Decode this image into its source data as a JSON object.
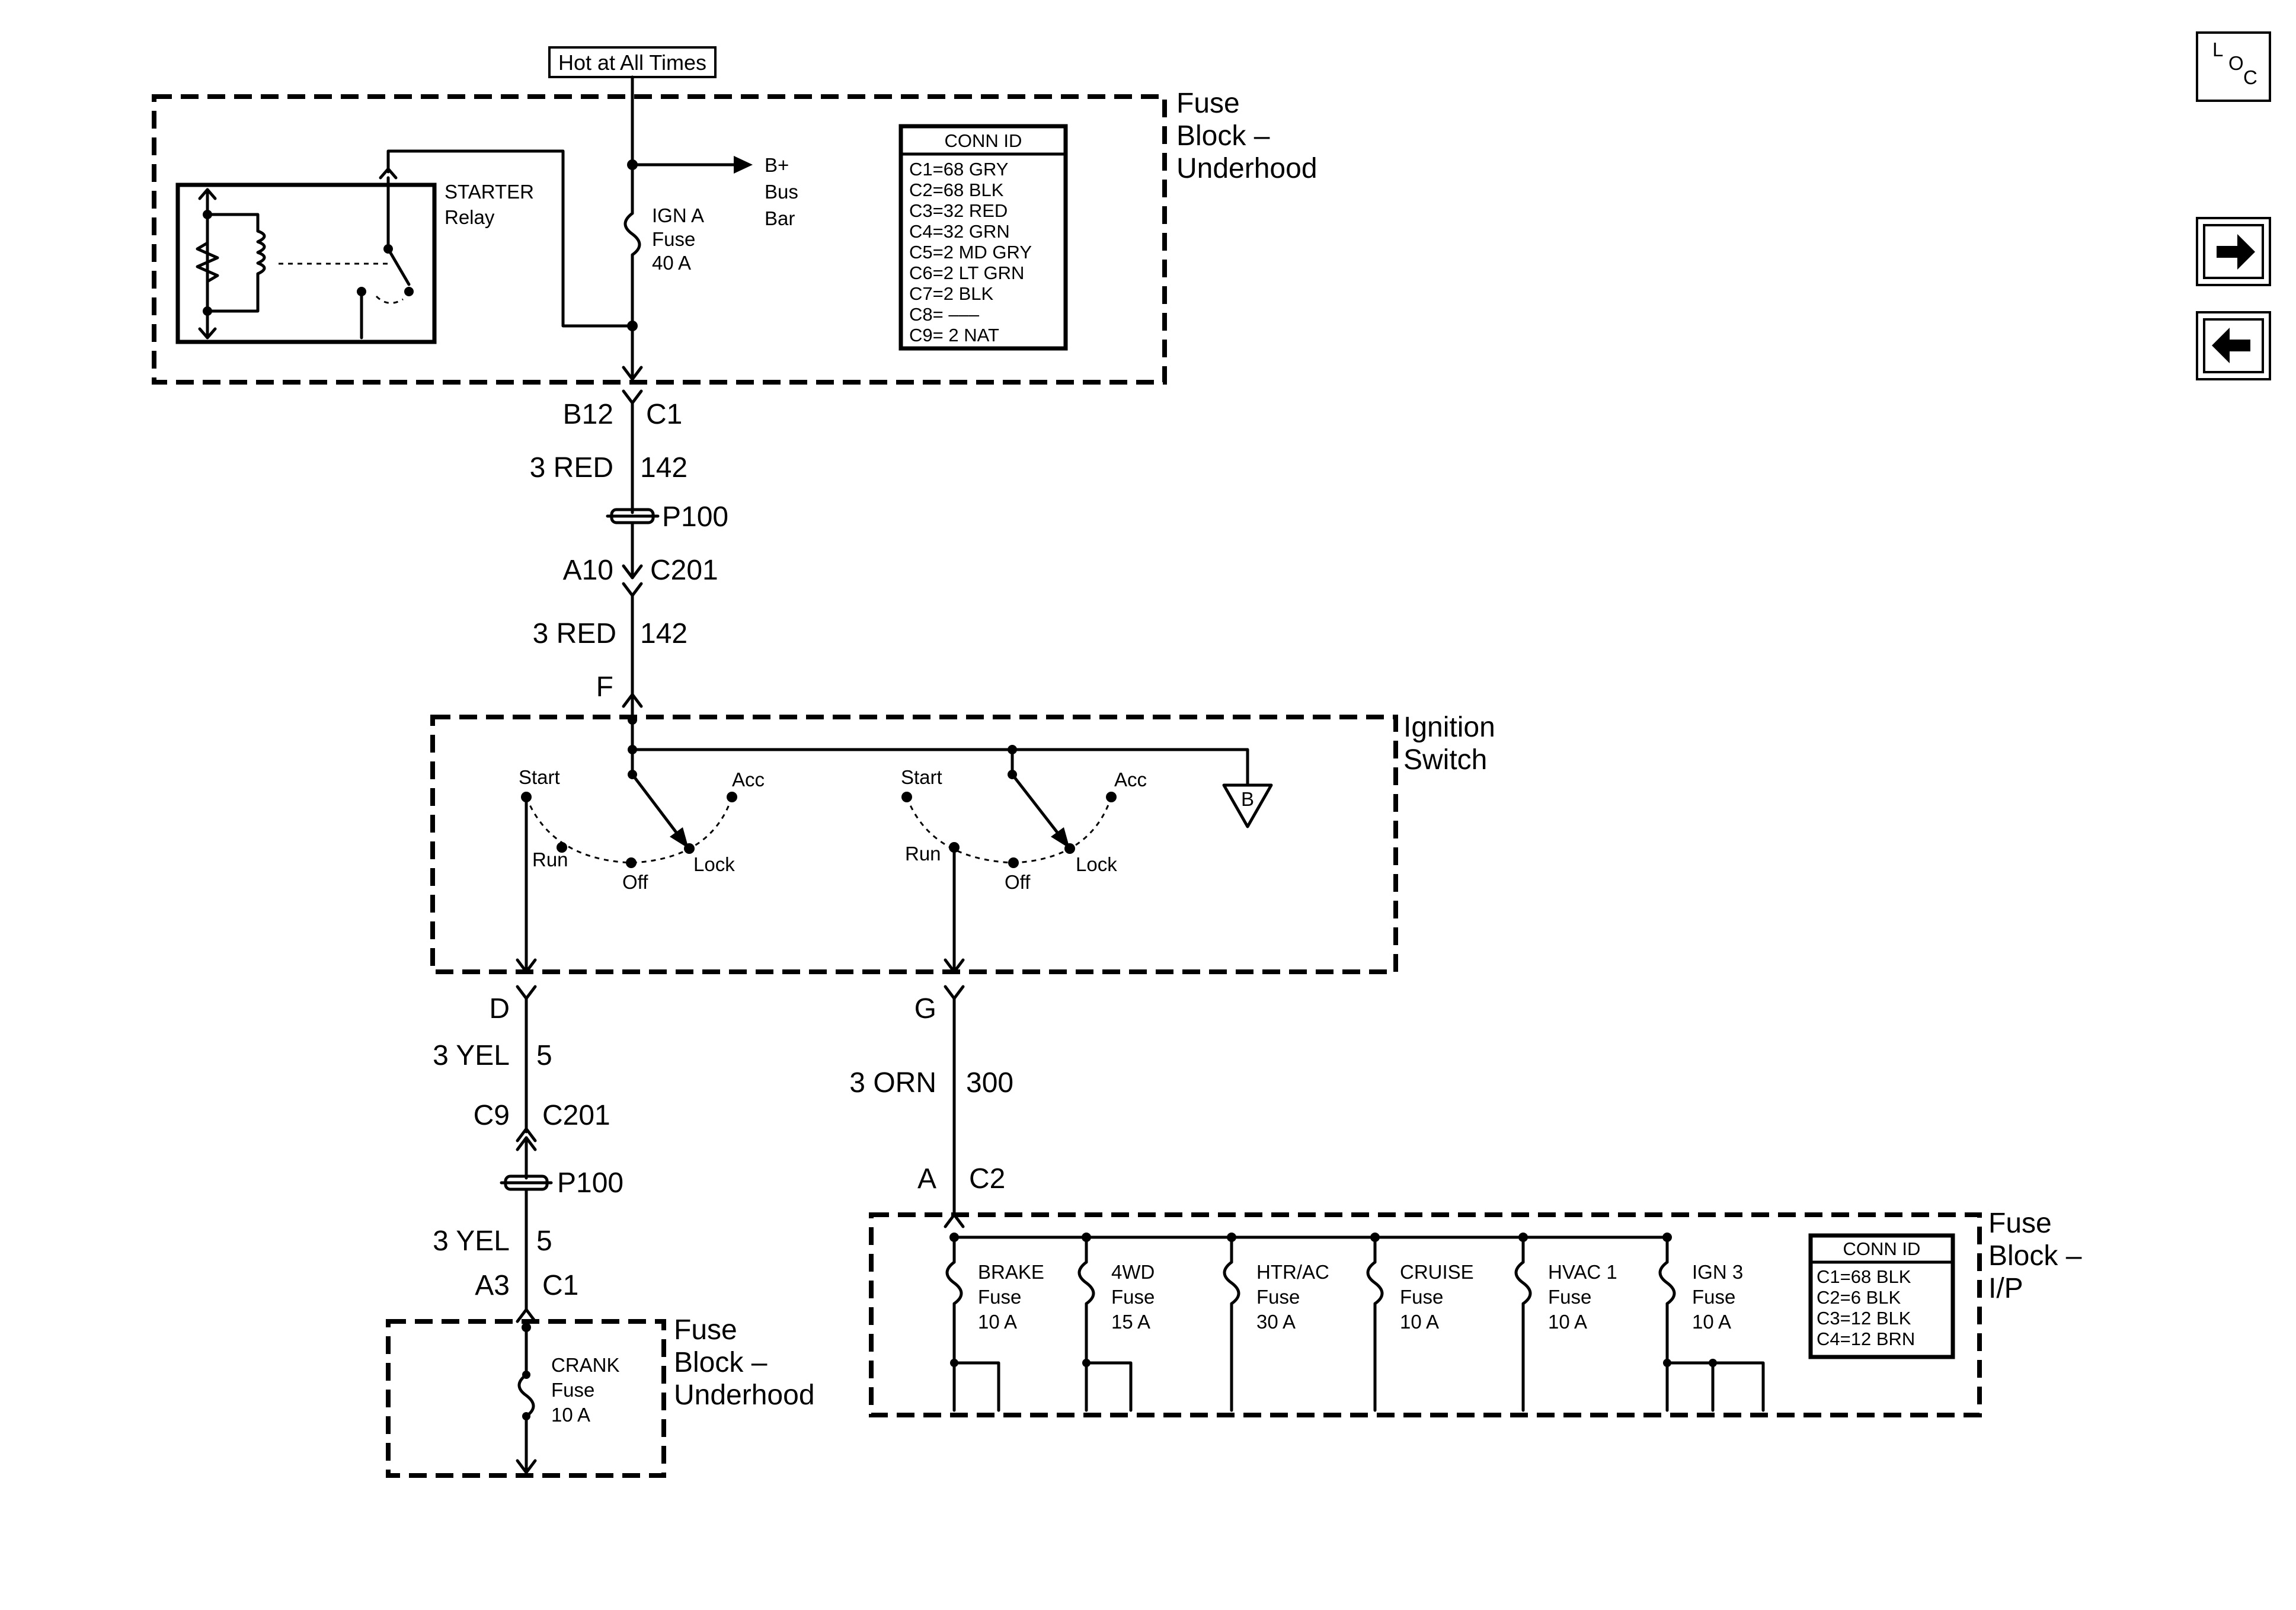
{
  "top": {
    "hot_label": "Hot at All Times"
  },
  "fb_underhood": {
    "title": [
      "Fuse",
      "Block –",
      "Underhood"
    ],
    "starter_relay": [
      "STARTER",
      "Relay"
    ],
    "ign_a_fuse": [
      "IGN A",
      "Fuse",
      "40 A"
    ],
    "bus_bar": [
      "B+",
      "Bus",
      "Bar"
    ],
    "conn_id": {
      "title": "CONN ID",
      "rows": [
        "C1=68 GRY",
        "C2=68 BLK",
        "C3=32 RED",
        "C4=32 GRN",
        "C5=2 MD GRY",
        "C6=2 LT GRN",
        "C7=2 BLK",
        "C8= –––",
        "C9= 2 NAT"
      ]
    }
  },
  "main_feed": {
    "b12": "B12",
    "c1": "C1",
    "wire1_color": "3 RED",
    "wire1_num": "142",
    "p100": "P100",
    "a10": "A10",
    "c201": "C201",
    "wire2_color": "3 RED",
    "wire2_num": "142",
    "f": "F"
  },
  "ignition_switch": {
    "title": [
      "Ignition",
      "Switch"
    ],
    "left": {
      "start": "Start",
      "acc": "Acc",
      "run": "Run",
      "off": "Off",
      "lock": "Lock"
    },
    "right": {
      "start": "Start",
      "acc": "Acc",
      "run": "Run",
      "off": "Off",
      "lock": "Lock"
    },
    "ground_label": "B"
  },
  "crank_branch": {
    "d": "D",
    "wire1_color": "3 YEL",
    "wire1_num": "5",
    "c9": "C9",
    "c201": "C201",
    "p100": "P100",
    "wire2_color": "3 YEL",
    "wire2_num": "5",
    "a3": "A3",
    "c1": "C1",
    "fuse_block_title": [
      "Fuse",
      "Block –",
      "Underhood"
    ],
    "crank_fuse": [
      "CRANK",
      "Fuse",
      "10 A"
    ]
  },
  "ip_branch": {
    "g": "G",
    "wire_color": "3 ORN",
    "wire_num": "300",
    "a": "A",
    "c2": "C2",
    "fuse_block_title": [
      "Fuse",
      "Block –",
      "I/P"
    ],
    "fuses": [
      [
        "BRAKE",
        "Fuse",
        "10 A"
      ],
      [
        "4WD",
        "Fuse",
        "15 A"
      ],
      [
        "HTR/AC",
        "Fuse",
        "30 A"
      ],
      [
        "CRUISE",
        "Fuse",
        "10 A"
      ],
      [
        "HVAC 1",
        "Fuse",
        "10 A"
      ],
      [
        "IGN 3",
        "Fuse",
        "10 A"
      ]
    ],
    "conn_id": {
      "title": "CONN ID",
      "rows": [
        "C1=68 BLK",
        "C2=6 BLK",
        "C3=12 BLK",
        "C4=12 BRN"
      ]
    }
  },
  "nav": {
    "loc_l": "L",
    "loc_o": "O",
    "loc_c": "C"
  }
}
